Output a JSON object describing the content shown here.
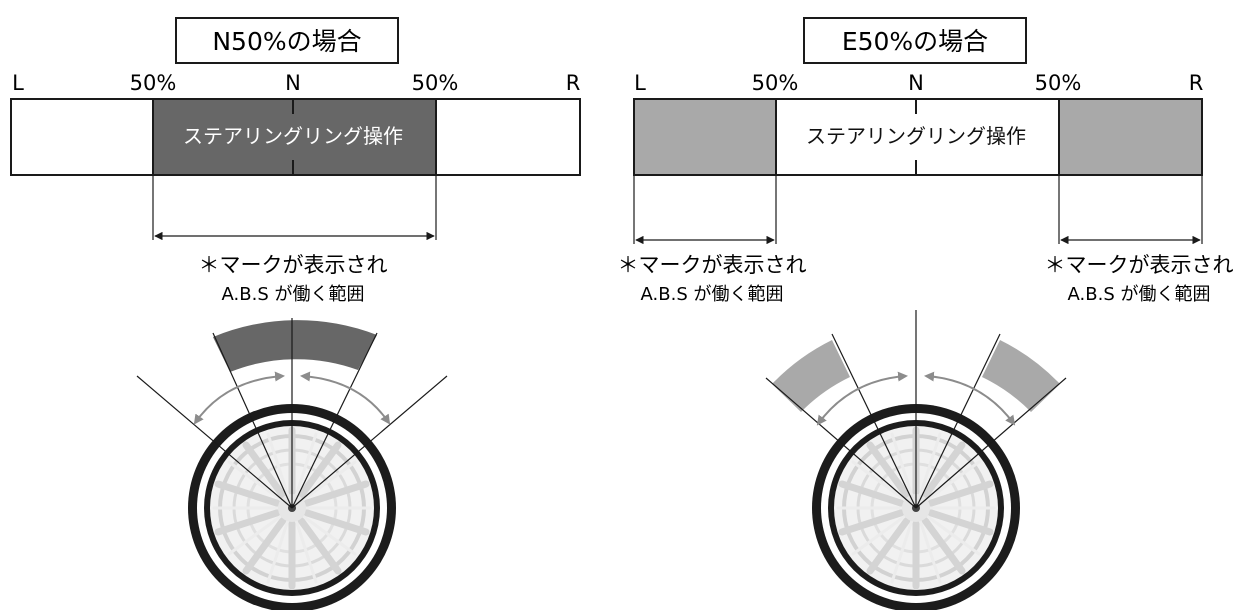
{
  "colors": {
    "dark_gray": "#676767",
    "light_gray": "#a9a9a9",
    "stroke": "#1a1a1a",
    "arrow_gray": "#8c8c8c"
  },
  "panels": [
    {
      "title": "N50%の場合",
      "scale": {
        "left": "L",
        "left_half": "50%",
        "center": "N",
        "right_half": "50%",
        "right": "R"
      },
      "bar_text": "ステアリングリング操作",
      "annotation": {
        "line1": "＊マークが表示され",
        "line2": "A.B.S が働く範囲"
      }
    },
    {
      "title": "E50%の場合",
      "scale": {
        "left": "L",
        "left_half": "50%",
        "center": "N",
        "right_half": "50%",
        "right": "R"
      },
      "bar_text": "ステアリングリング操作",
      "annotations": [
        {
          "line1": "＊マークが表示され",
          "line2": "A.B.S が働く範囲"
        },
        {
          "line1": "＊マークが表示され",
          "line2": "A.B.S が働く範囲"
        }
      ]
    }
  ]
}
